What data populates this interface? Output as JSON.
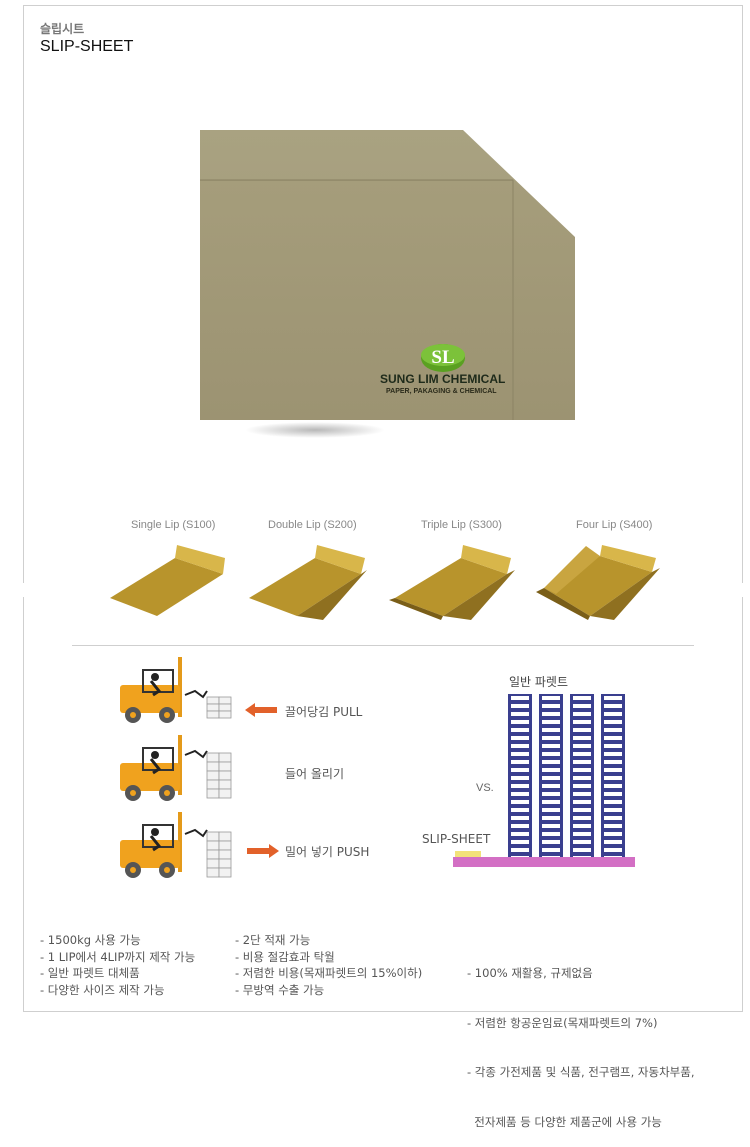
{
  "header": {
    "title_ko": "슬립시트",
    "title_en": "SLIP-SHEET"
  },
  "logo": {
    "mark": "SL",
    "name": "SUNG LIM CHEMICAL",
    "tagline": "PAPER, PAKAGING & CHEMICAL"
  },
  "variants": [
    {
      "label": "Single Lip (S100)"
    },
    {
      "label": "Double Lip (S200)"
    },
    {
      "label": "Triple Lip (S300)"
    },
    {
      "label": "Four Lip (S400)"
    }
  ],
  "operations": [
    {
      "label": "끌어당김 PULL",
      "arrow": "left-arrow-icon"
    },
    {
      "label": "들어 올리기",
      "arrow": ""
    },
    {
      "label": "밀어 넣기 PUSH",
      "arrow": "right-arrow-icon"
    }
  ],
  "comparison": {
    "title": "일반 파렛트",
    "vs": "VS.",
    "slip_label": "SLIP-SHEET"
  },
  "features": {
    "col1": [
      "- 1500kg 사용 가능",
      "- 1 LIP에서 4LIP까지 제작 가능",
      "- 일반 파렛트 대체품",
      "- 다양한 사이즈 제작 가능"
    ],
    "col2": [
      "- 2단 적재 가능",
      "- 비용 절감효과 탁월",
      "- 저렴한 비용(목재파렛트의 15%이하)",
      "- 무방역 수출 가능"
    ],
    "col3": [
      "- 100% 재활용, 규제없음",
      "- 저렴한 항공운임료(목재파렛트의 7%)",
      "- 각종 가전제품 및 식품, 전구램프, 자동차부품,",
      "  전자제품 등 다양한 제품군에 사용 가능"
    ]
  },
  "colors": {
    "sheet": "#a49c7a",
    "lip": "#c9a53a",
    "pallet": "#3a3f8f",
    "slip_base": "#d36fc4",
    "slip_sheet": "#f2e27a",
    "arrow": "#e2612a",
    "forklift": "#f0a21e"
  }
}
